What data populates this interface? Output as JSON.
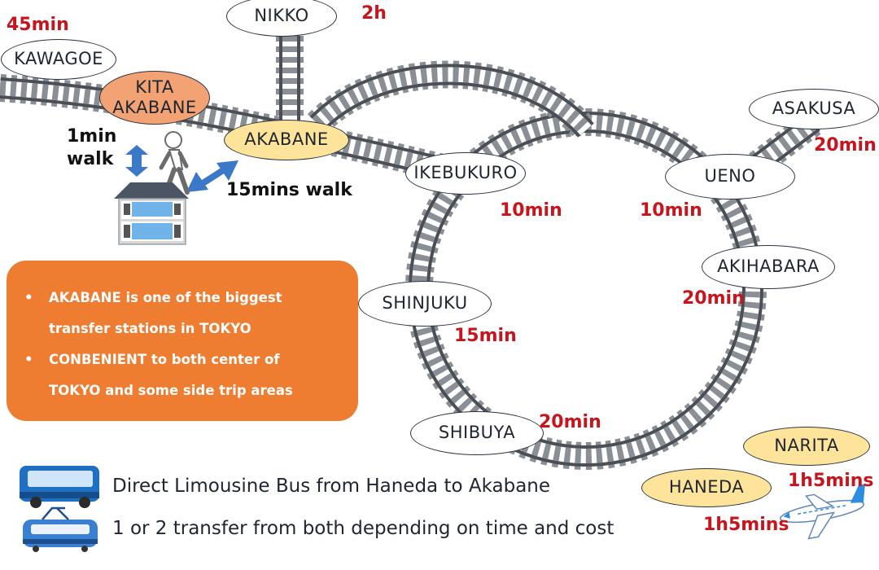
{
  "stations": {
    "nikko": "NIKKO",
    "kawagoe": "KAWAGOE",
    "kita_akabane": "KITA\nAKABANE",
    "akabane": "AKABANE",
    "ikebukuro": "IKEBUKURO",
    "ueno": "UENO",
    "asakusa": "ASAKUSA",
    "akihabara": "AKIHABARA",
    "shinjuku": "SHINJUKU",
    "shibuya": "SHIBUYA",
    "narita": "NARITA",
    "haneda": "HANEDA"
  },
  "times": {
    "kawagoe": "45min",
    "nikko": "2h",
    "asakusa": "20min",
    "ikebukuro": "10min",
    "ueno": "10min",
    "akihabara": "20min",
    "shinjuku": "15min",
    "shibuya": "20min",
    "narita": "1h5mins",
    "haneda": "1h5mins"
  },
  "walks": {
    "kita_akabane": "1min\nwalk",
    "akabane": "15mins walk"
  },
  "info_box": {
    "bullets": [
      "AKABANE is one of the biggest\ntransfer stations in TOKYO",
      "CONBENIENT to both center of\nTOKYO and some side trip areas"
    ]
  },
  "legend": {
    "bus": "Direct Limousine Bus from Haneda to Akabane",
    "train": "1 or 2 transfer from both depending on time and cost"
  },
  "colors": {
    "track_rail": "#4a4f55",
    "track_tie": "#8a8f96",
    "time_text": "#c8141c",
    "info_box": "#ee7d31",
    "hub_station": "#fde49a",
    "kita_akabane": "#f2a273",
    "walk_arrow": "#3c78c8"
  },
  "icons": [
    "hostel-building-icon",
    "walking-person-icon",
    "bus-icon",
    "train-icon",
    "airplane-icon"
  ]
}
